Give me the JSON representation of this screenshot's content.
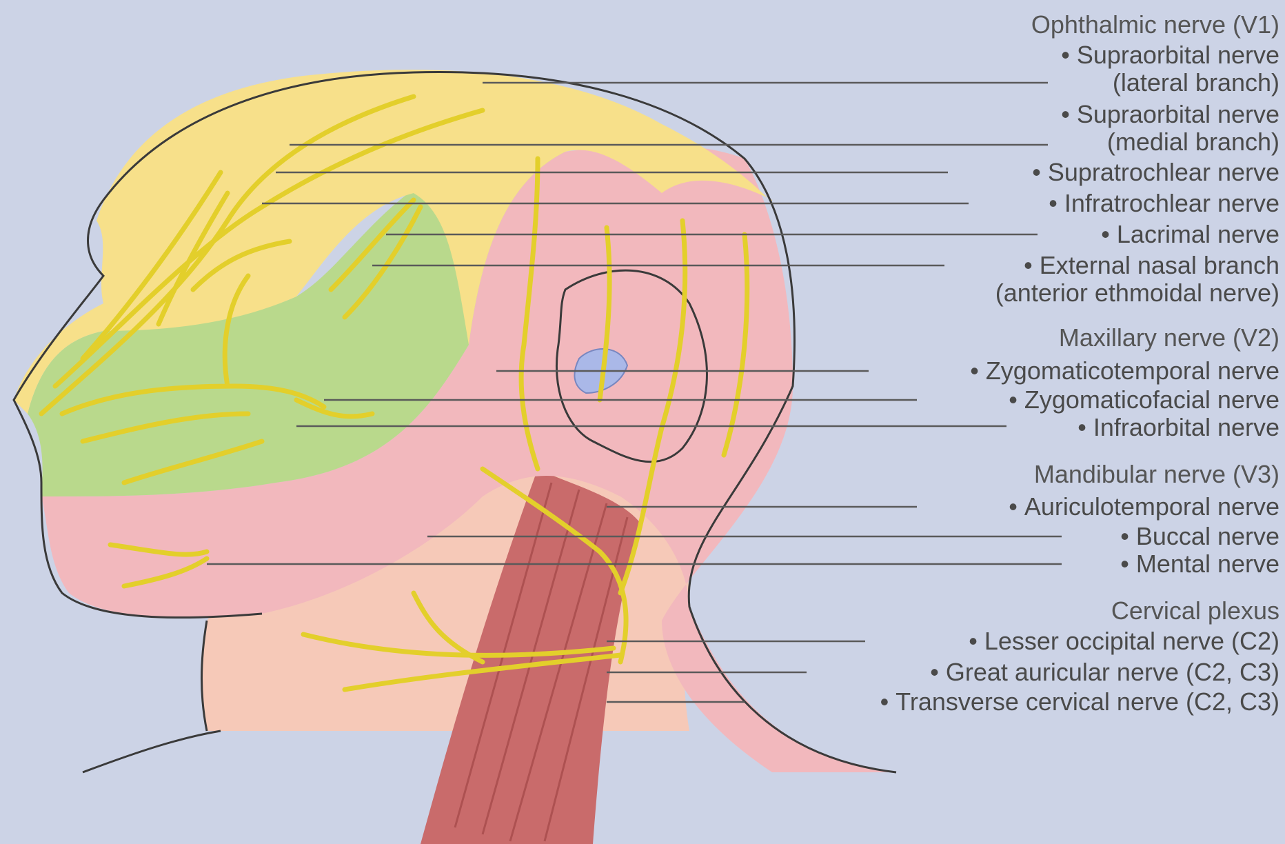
{
  "groups": {
    "ophthalmic": "Ophthalmic nerve (V1)",
    "maxillary": "Maxillary nerve (V2)",
    "mandibular": "Mandibular nerve (V3)",
    "cervical": "Cervical plexus"
  },
  "labels": {
    "supraorbital_lateral_1": "Supraorbital nerve",
    "supraorbital_lateral_2": "(lateral branch)",
    "supraorbital_medial_1": "Supraorbital nerve",
    "supraorbital_medial_2": "(medial branch)",
    "supratrochlear": "Supratrochlear nerve",
    "infratrochlear": "Infratrochlear nerve",
    "lacrimal": "Lacrimal nerve",
    "external_nasal_1": "External nasal branch",
    "external_nasal_2": "(anterior ethmoidal nerve)",
    "zygomaticotemporal": "Zygomaticotemporal nerve",
    "zygomaticofacial": "Zygomaticofacial nerve",
    "infraorbital": "Infraorbital nerve",
    "auriculotemporal": "Auriculotemporal nerve",
    "buccal": "Buccal nerve",
    "mental": "Mental nerve",
    "lesser_occipital": "Lesser occipital nerve (C2)",
    "great_auricular": "Great auricular nerve (C2, C3)",
    "transverse_cervical": "Transverse cervical nerve (C2, C3)"
  },
  "colors": {
    "background": "#ccd3e6",
    "ophthalmic_zone": "#f7e08a",
    "maxillary_zone": "#b9d98c",
    "mandibular_zone": "#f2b8bd",
    "cervical_zone": "#f6c9b8",
    "nerve": "#e3cf2b",
    "nerve_outline": "#8a7a10",
    "muscle": "#c05a5a",
    "leader_line": "#5a5a5a",
    "ear_canal": "#aab8e8"
  },
  "bullet": "•"
}
